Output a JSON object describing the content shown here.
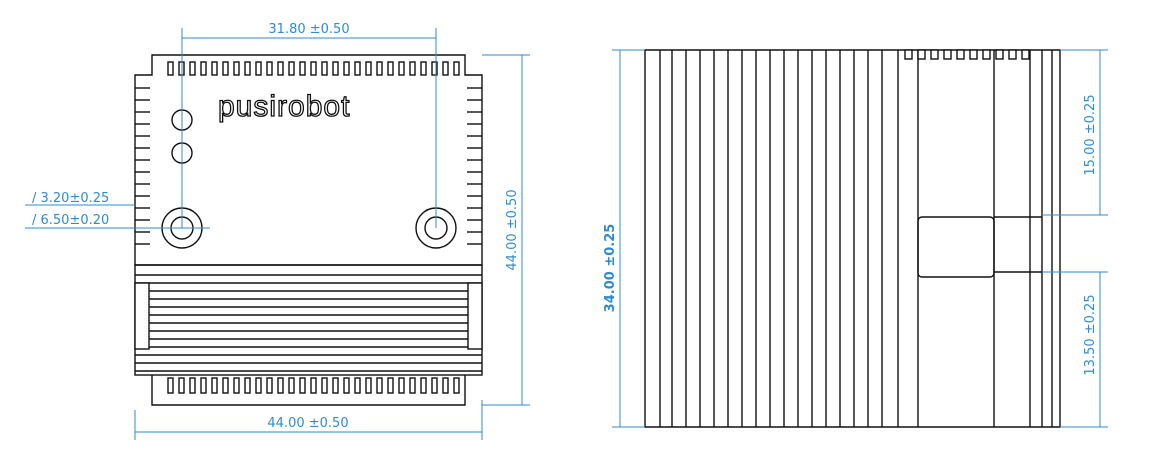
{
  "drawing": {
    "logo_text": "pusirobot",
    "colors": {
      "outline": "#111111",
      "dimension": "#2d8bd6",
      "background": "#ffffff"
    },
    "front_view": {
      "top_hole_spacing": "31.80 ±0.50",
      "width": "44.00 ±0.50",
      "height": "44.00 ±0.50",
      "hole_inner_dia": "/ 3.20±0.25",
      "hole_outer_dia": "/ 6.50±0.20"
    },
    "side_view": {
      "height": "34.00 ±0.25",
      "upper_right": "15.00 ±0.25",
      "lower_right": "13.50 ±0.25"
    }
  }
}
